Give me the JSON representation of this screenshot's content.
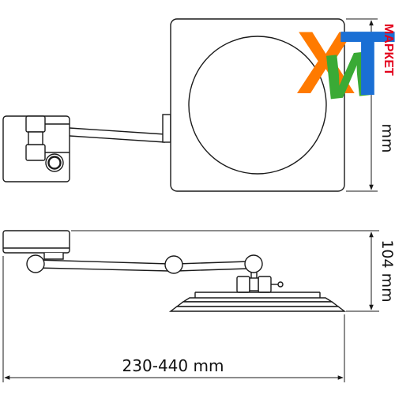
{
  "dimensions": {
    "width_label": "230-440 mm",
    "depth_label": "104 mm",
    "height_label_partial": "mm"
  },
  "logo": {
    "letter_x": "Х",
    "letter_i": "и",
    "letter_t": "Т",
    "word": "МАРКЕТ",
    "orange": "#ff7a00",
    "green": "#3aaa35",
    "blue": "#1a6fd4",
    "red": "#e3001b"
  },
  "colors": {
    "line": "#1a1a1a",
    "background": "#ffffff"
  }
}
